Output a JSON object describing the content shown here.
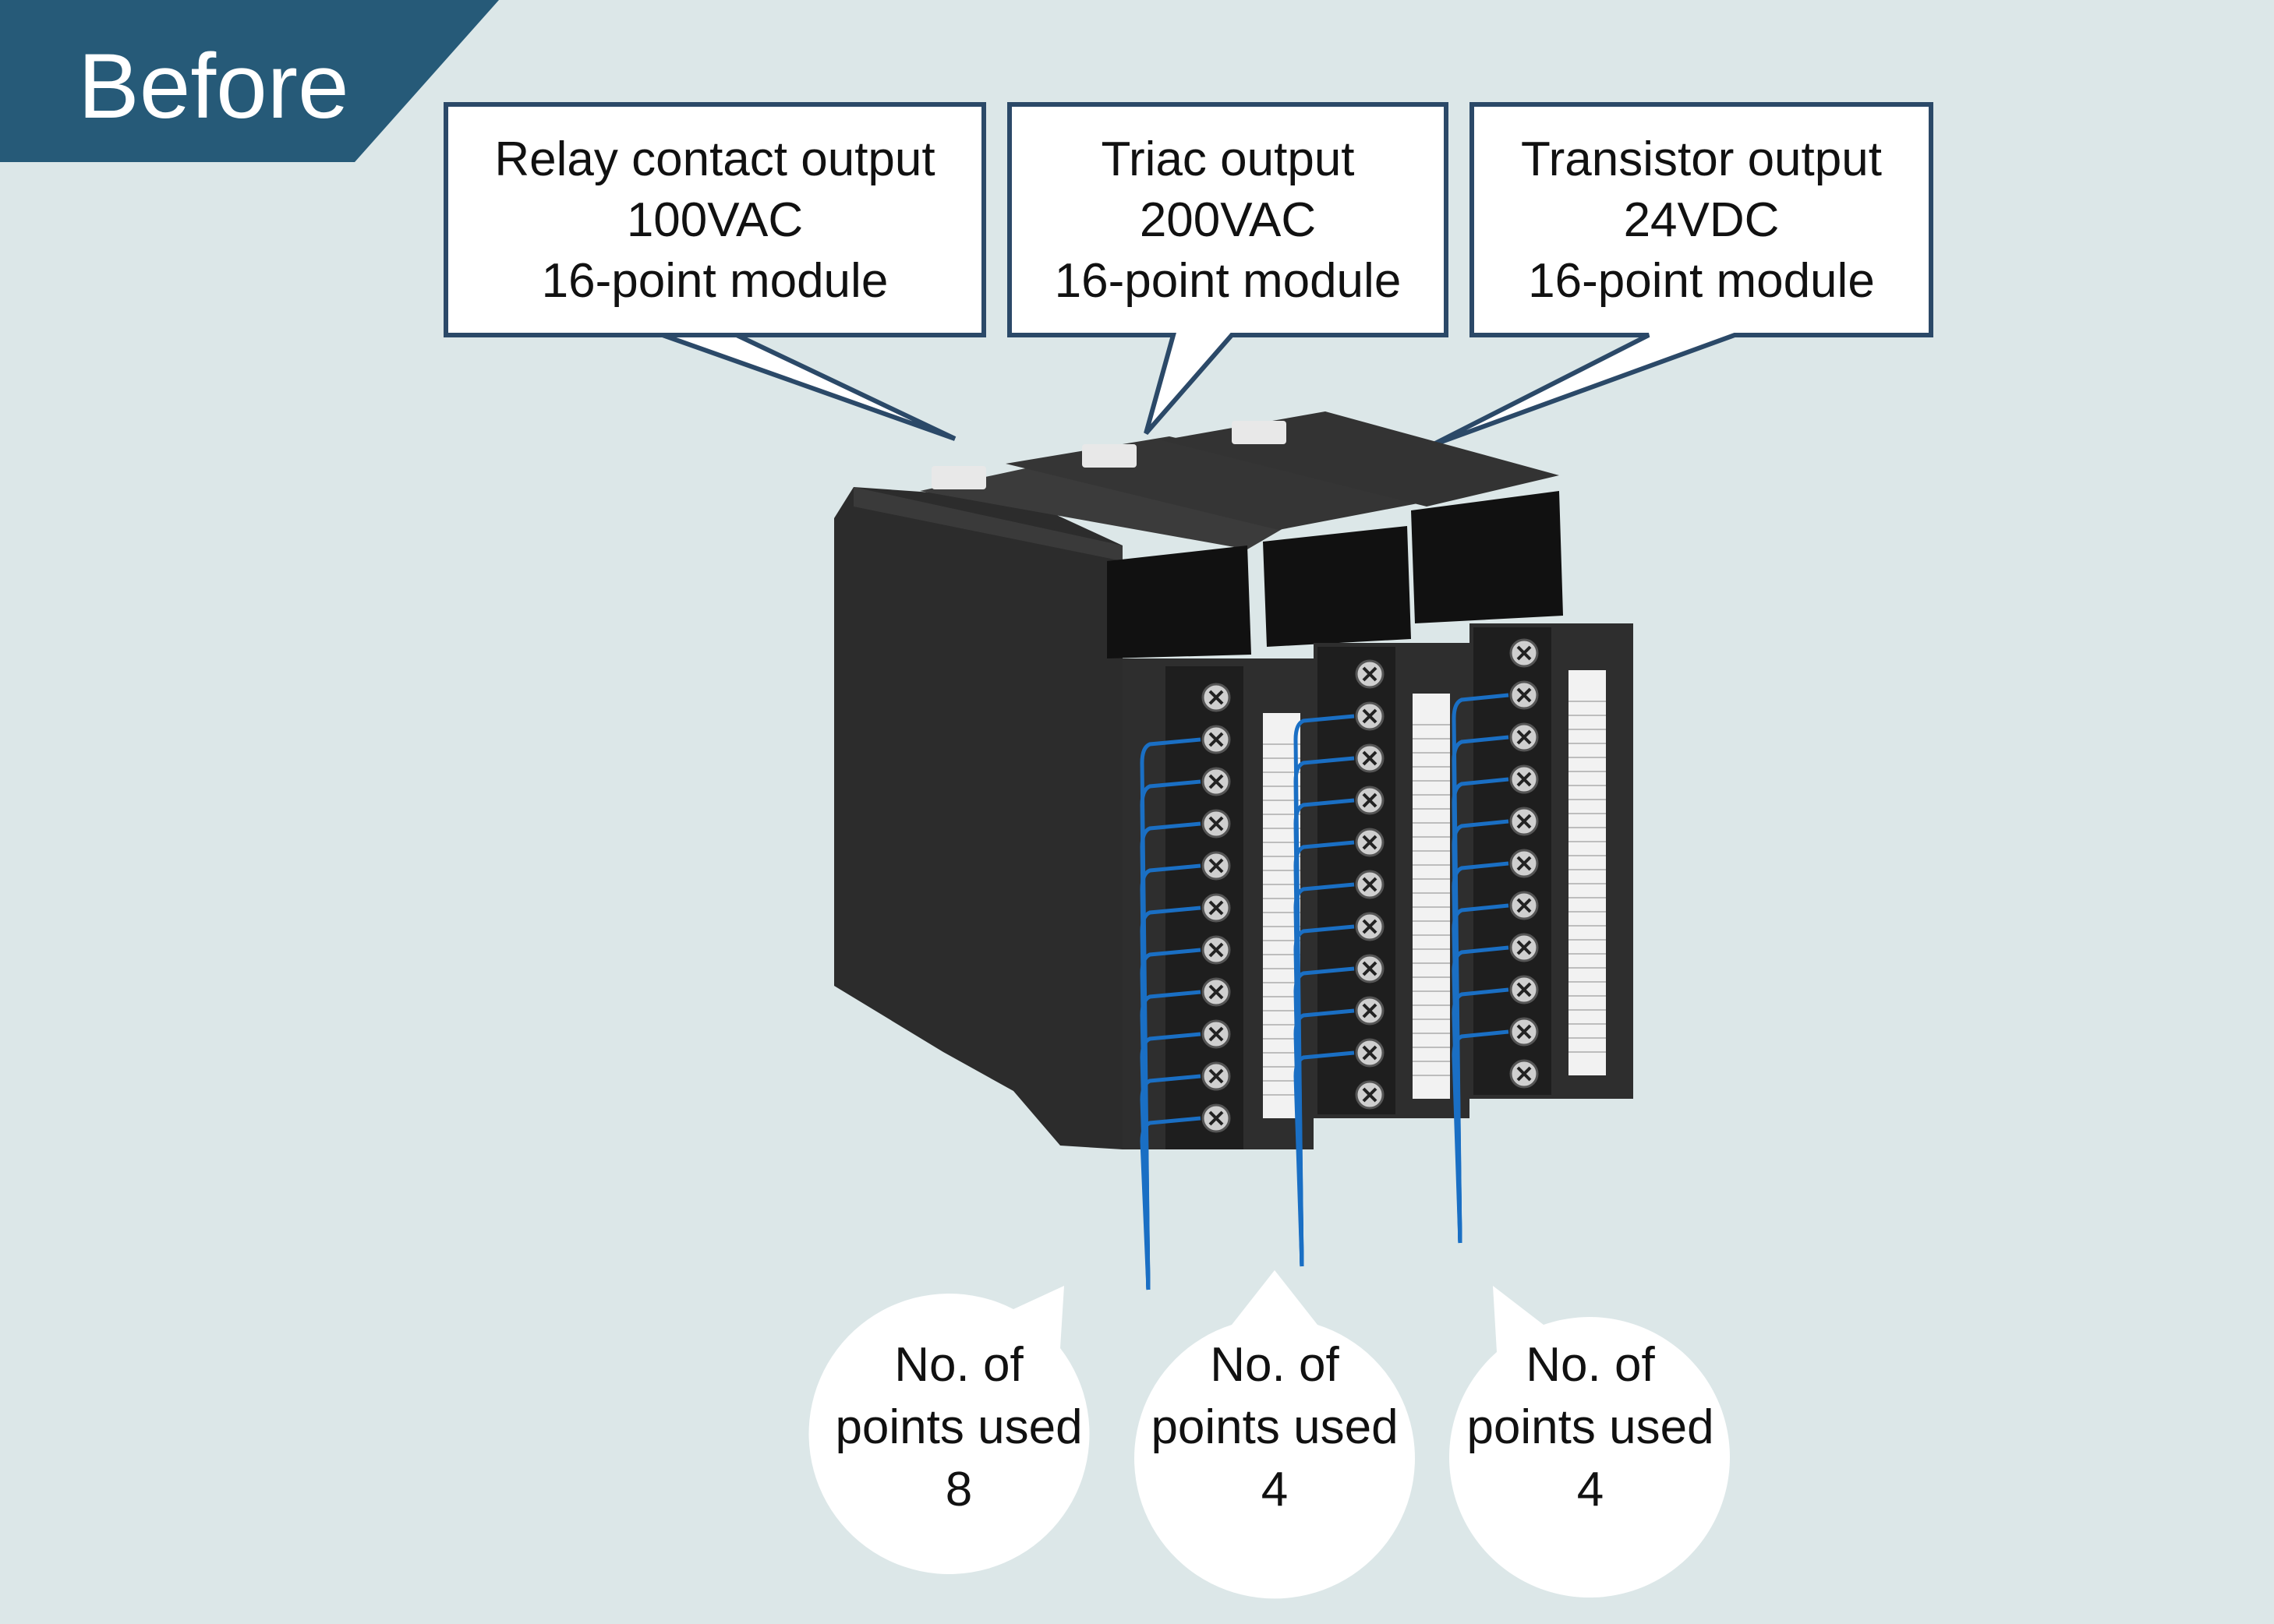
{
  "badge": {
    "label": "Before",
    "color": "#265a78"
  },
  "colors": {
    "background": "#dce7e8",
    "frame": "#2b4968",
    "module_body": "#2a2a2a",
    "module_dark": "#1b1b1b",
    "wire": "#1a6fc4",
    "label_strip": "#f2f2f2"
  },
  "modules": [
    {
      "callout": [
        "Relay contact output",
        "100VAC",
        "16-point module"
      ],
      "usage": [
        "No. of",
        "points used",
        "8"
      ],
      "points_used": 8,
      "total_points": 16
    },
    {
      "callout": [
        "Triac output",
        "200VAC",
        "16-point module"
      ],
      "usage": [
        "No. of",
        "points used",
        "4"
      ],
      "points_used": 4,
      "total_points": 16
    },
    {
      "callout": [
        "Transistor output",
        "24VDC",
        "16-point module"
      ],
      "usage": [
        "No. of",
        "points used",
        "4"
      ],
      "points_used": 4,
      "total_points": 16
    }
  ]
}
